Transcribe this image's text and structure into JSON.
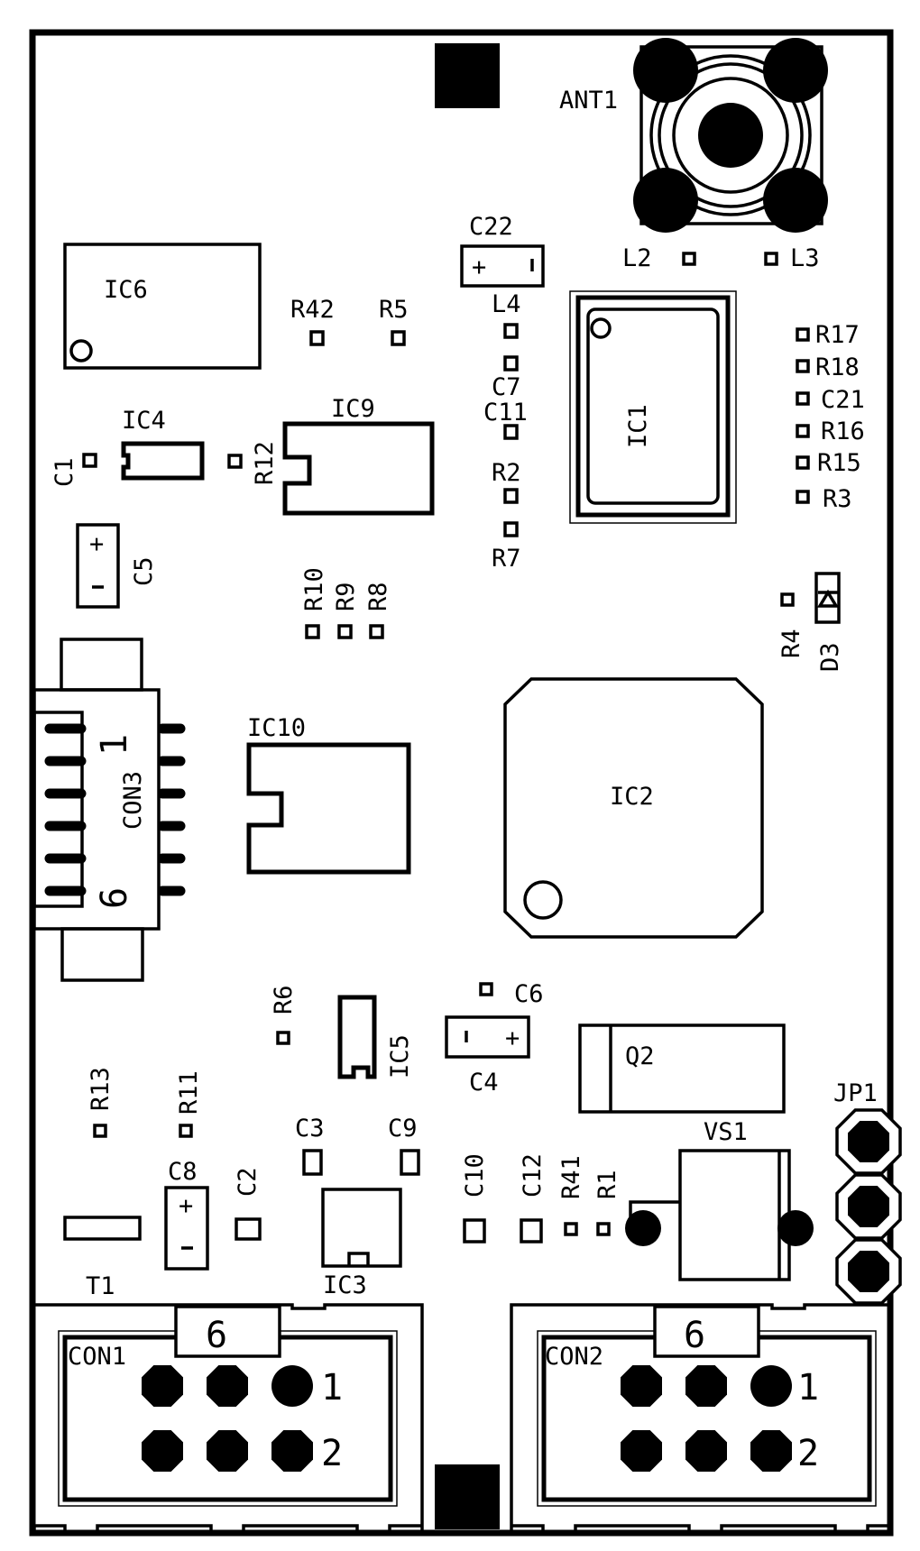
{
  "board": {
    "title": "PCB silkscreen - top layer",
    "ink_color": "#000000",
    "background_color": "#ffffff"
  },
  "components": {
    "ant1": "ANT1",
    "l2": "L2",
    "l3": "L3",
    "l4": "L4",
    "c22": "C22",
    "c22_plus": "+",
    "c22_minus": "-",
    "ic6": "IC6",
    "r42": "R42",
    "r5": "R5",
    "c7": "C7",
    "c11": "C11",
    "r2": "R2",
    "r7": "R7",
    "ic1": "IC1",
    "r17": "R17",
    "r18": "R18",
    "c21": "C21",
    "r16": "R16",
    "r15": "R15",
    "r3": "R3",
    "ic4": "IC4",
    "c1": "C1",
    "r12": "R12",
    "ic9": "IC9",
    "c5": "C5",
    "c5_plus": "+",
    "c5_minus": "-",
    "r10": "R10",
    "r9": "R9",
    "r8": "R8",
    "r4": "R4",
    "d3": "D3",
    "con3": "CON3",
    "con3_pin_first": "1",
    "con3_pin_last": "6",
    "ic10": "IC10",
    "ic2": "IC2",
    "r6": "R6",
    "ic5": "IC5",
    "c6": "C6",
    "c4": "C4",
    "c4_plus": "+",
    "c4_minus": "-",
    "q2": "Q2",
    "jp1": "JP1",
    "r13": "R13",
    "r11": "R11",
    "c3": "C3",
    "c9": "C9",
    "c10": "C10",
    "c12": "C12",
    "r41": "R41",
    "r1": "R1",
    "vs1": "VS1",
    "c8": "C8",
    "c8_plus": "+",
    "c8_minus": "-",
    "c2": "C2",
    "t1": "T1",
    "ic3": "IC3",
    "con1": "CON1",
    "con1_key": "6",
    "con1_pin1": "1",
    "con1_pin2": "2",
    "con2": "CON2",
    "con2_key": "6",
    "con2_pin1": "1",
    "con2_pin2": "2"
  }
}
